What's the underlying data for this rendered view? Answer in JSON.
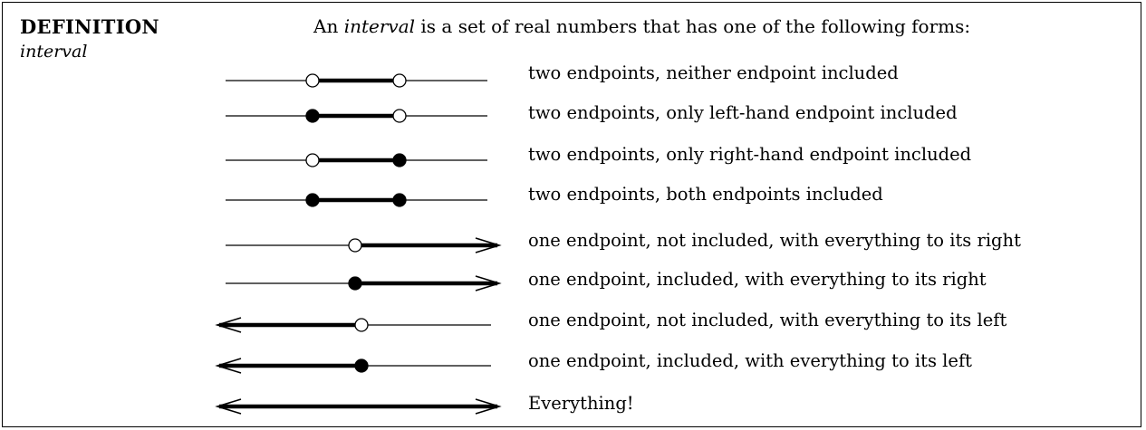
{
  "definition": {
    "heading": "DEFINITION",
    "term": "interval",
    "intro_before": "An ",
    "intro_term": "interval",
    "intro_after": " is a set of real numbers that has one of the following forms:"
  },
  "forms": [
    {
      "label": "two endpoints, neither endpoint included",
      "kind": "segment",
      "left": "open",
      "right": "open"
    },
    {
      "label": "two endpoints, only left-hand endpoint included",
      "kind": "segment",
      "left": "closed",
      "right": "open"
    },
    {
      "label": "two endpoints, only right-hand endpoint included",
      "kind": "segment",
      "left": "open",
      "right": "closed"
    },
    {
      "label": "two endpoints, both endpoints included",
      "kind": "segment",
      "left": "closed",
      "right": "closed"
    },
    {
      "label": "one endpoint, not included, with everything to its right",
      "kind": "ray-right",
      "endpoint": "open"
    },
    {
      "label": "one endpoint, included, with everything to its right",
      "kind": "ray-right",
      "endpoint": "closed"
    },
    {
      "label": "one endpoint, not included, with everything to its left",
      "kind": "ray-left",
      "endpoint": "open"
    },
    {
      "label": "one endpoint, included, with everything to its left",
      "kind": "ray-left",
      "endpoint": "closed"
    },
    {
      "label": "Everything!",
      "kind": "all"
    }
  ]
}
